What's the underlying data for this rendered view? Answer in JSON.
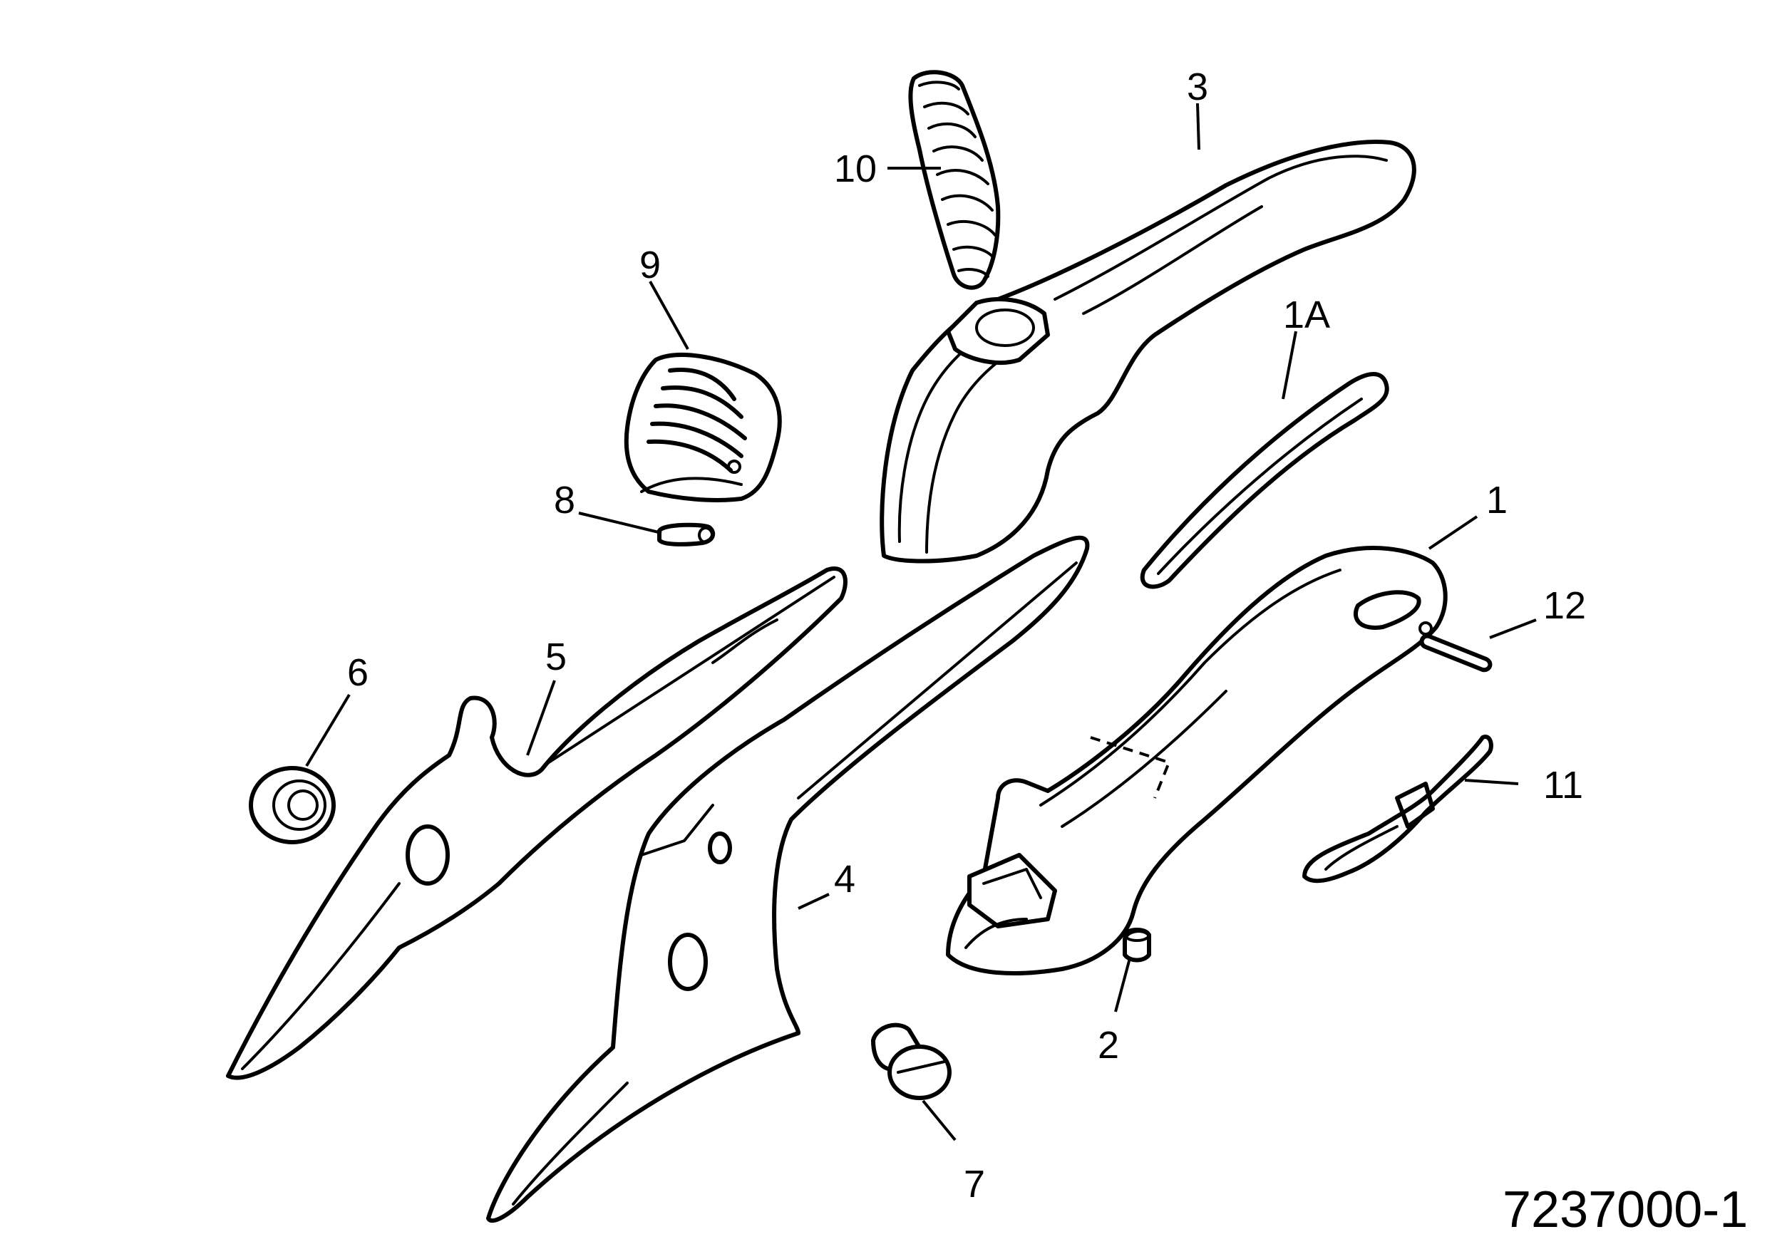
{
  "labels": {
    "part_1": "1",
    "part_1a": "1A",
    "part_2": "2",
    "part_3": "3",
    "part_4": "4",
    "part_5": "5",
    "part_6": "6",
    "part_7": "7",
    "part_8": "8",
    "part_9": "9",
    "part_10": "10",
    "part_11": "11",
    "part_12": "12"
  },
  "document_number": "7237000-1"
}
